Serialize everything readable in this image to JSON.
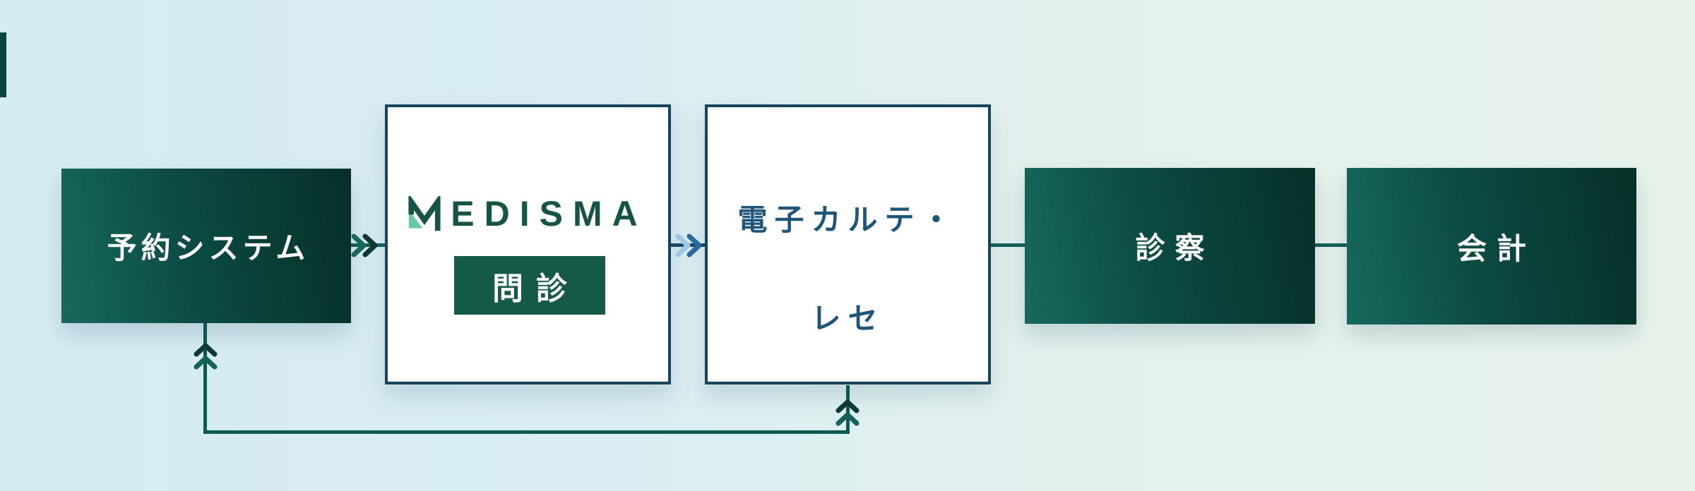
{
  "diagram": {
    "reservation": {
      "label": "予約システム"
    },
    "medisma": {
      "logo_text": "MEDISMA",
      "logo_rest": "EDISMA",
      "badge_label": "問診"
    },
    "ehr": {
      "label_line1": "電子カルテ・",
      "label_line2": "レセ"
    },
    "exam": {
      "label": "診察"
    },
    "billing": {
      "label": "会計"
    }
  },
  "icons": {
    "flow_forward_teal": "double-chevron-right-icon",
    "flow_forward_blue": "double-chevron-right-icon",
    "flow_feedback": "double-chevron-up-icon",
    "medisma_mark": "medisma-m-icon"
  },
  "colors": {
    "background_left": "#d6ecf3",
    "background_right": "#e8f3ec",
    "gradient_box_start": "#17695e",
    "gradient_box_end": "#063029",
    "outline_box_border": "#17435c",
    "ehr_text": "#1f5578",
    "logo_green": "#175447",
    "logo_mint": "#66c9a4",
    "badge_background": "#155a49",
    "teal_line": "#136158",
    "teal_chevron_leading": "#0e3a36",
    "teal_chevron_trailing": "#17685e",
    "blue_line": "#1d486b",
    "blue_chevron_leading": "#2f6b9e",
    "blue_chevron_trailing": "#a5cdea"
  }
}
